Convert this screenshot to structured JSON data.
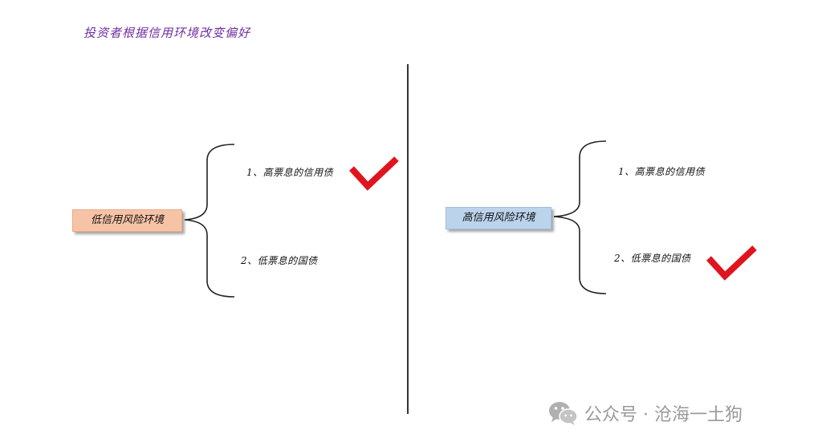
{
  "title": "投资者根据信用环境改变偏好",
  "left_panel": {
    "box_label": "低信用风险环境",
    "box_color": "#f7c3a6",
    "items": [
      "1、高票息的信用债",
      "2、低票息的国债"
    ],
    "checked_item_index": 0
  },
  "right_panel": {
    "box_label": "高信用风险环境",
    "box_color": "#bcd3ec",
    "items": [
      "1、高票息的信用债",
      "2、低票息的国债"
    ],
    "checked_item_index": 1
  },
  "check_color": "#e0141e",
  "watermark": {
    "icon": "wechat-icon",
    "text": "公众号 · 沧海一土狗"
  }
}
